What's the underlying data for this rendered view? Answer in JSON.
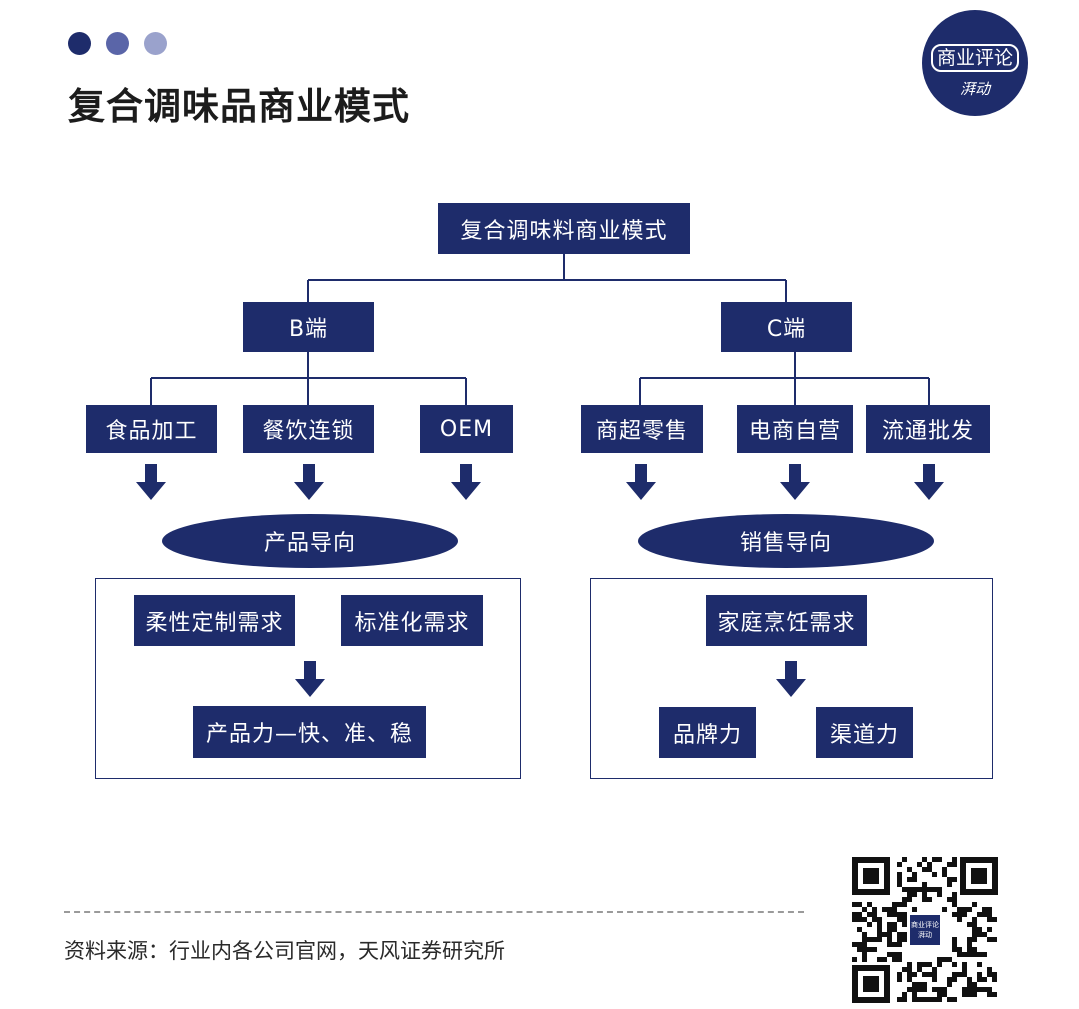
{
  "header": {
    "dots": [
      "#1e2c6b",
      "#5a65a8",
      "#9aa2cc"
    ],
    "title": "复合调味品商业模式"
  },
  "logo": {
    "main": "商业评论",
    "sub": "湃动"
  },
  "diagram": {
    "root": "复合调味料商业模式",
    "b": {
      "label": "B端",
      "children": [
        "食品加工",
        "餐饮连锁",
        "OEM"
      ],
      "orientation": "产品导向",
      "needs": [
        "柔性定制需求",
        "标准化需求"
      ],
      "result": "产品力—快、准、稳"
    },
    "c": {
      "label": "C端",
      "children": [
        "商超零售",
        "电商自营",
        "流通批发"
      ],
      "orientation": "销售导向",
      "need": "家庭烹饪需求",
      "results": [
        "品牌力",
        "渠道力"
      ]
    }
  },
  "footer": {
    "source": "资料来源：行业内各公司官网，天风证券研究所"
  },
  "qr": {
    "center_main": "商业评论",
    "center_sub": "湃动"
  },
  "colors": {
    "primary": "#1e2c6b",
    "line": "#1e2c6b",
    "text": "#1c1c1c"
  }
}
